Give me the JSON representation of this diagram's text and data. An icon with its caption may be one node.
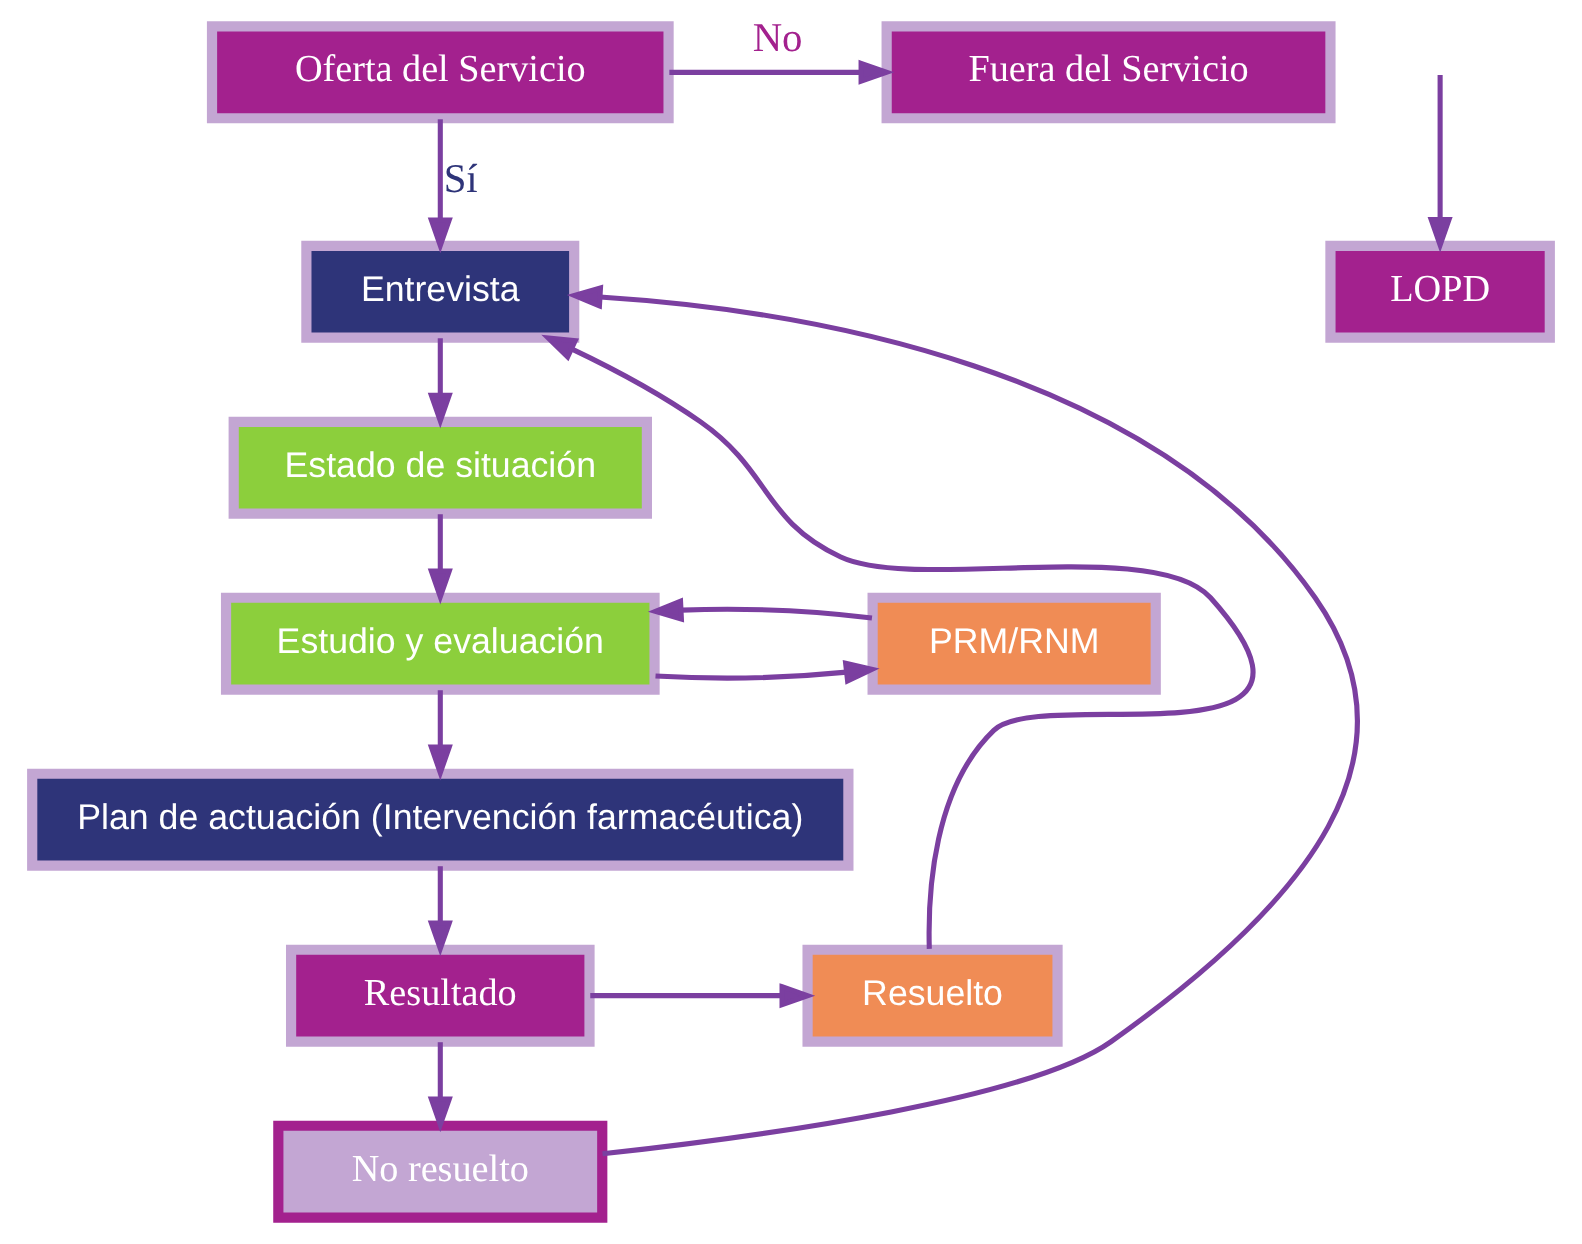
{
  "diagram": {
    "nodes": [
      {
        "text": [
          "Oferta del Servicio"
        ]
      },
      {
        "text": [
          "Fuera del Servicio"
        ]
      },
      {
        "text": [
          "LOPD"
        ]
      },
      {
        "text": [
          "Entrevista"
        ]
      },
      {
        "text": [
          "Estado de situación"
        ]
      },
      {
        "text": [
          "Estudio y evaluación"
        ]
      },
      {
        "text": [
          "PRM/RNM"
        ]
      },
      {
        "text": [
          "Plan de actuación (Intervención farmacéutica)"
        ]
      },
      {
        "text": [
          "Resultado"
        ]
      },
      {
        "text": [
          "Resuelto"
        ]
      },
      {
        "text": [
          "No resuelto"
        ]
      }
    ],
    "edges": [
      {
        "from": 0,
        "to": 1,
        "arrow": "to",
        "label": "No"
      },
      {
        "from": 0,
        "to": 3,
        "arrow": "to",
        "label": "Sí"
      },
      {
        "from": null,
        "to": 2,
        "arrow": "to"
      },
      {
        "from": 3,
        "to": 4,
        "arrow": "to"
      },
      {
        "from": 4,
        "to": 5,
        "arrow": "to"
      },
      {
        "from": 5,
        "to": 6,
        "arrow": "to"
      },
      {
        "from": 6,
        "to": 5,
        "arrow": "to"
      },
      {
        "from": 5,
        "to": 7,
        "arrow": "to"
      },
      {
        "from": 7,
        "to": 8,
        "arrow": "to"
      },
      {
        "from": 8,
        "to": 9,
        "arrow": "to"
      },
      {
        "from": 8,
        "to": 10,
        "arrow": "to"
      },
      {
        "from": 9,
        "to": 3,
        "arrow": "to"
      },
      {
        "from": 10,
        "to": 3,
        "arrow": "to"
      }
    ]
  }
}
